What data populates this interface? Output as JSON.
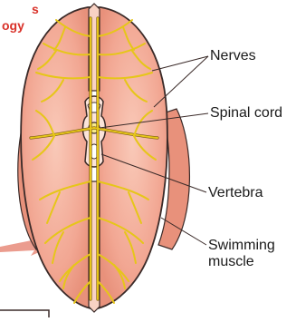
{
  "heading": {
    "line1": "s",
    "line2": "ogy"
  },
  "labels": {
    "nerves": "Nerves",
    "spinal_cord": "Spinal cord",
    "vertebra": "Vertebra",
    "swimming_muscle_line1": "Swimming",
    "swimming_muscle_line2": "muscle"
  },
  "colors": {
    "muscle_fill": "#f2a793",
    "muscle_light": "#f8c6b6",
    "outline": "#3a2a28",
    "nerve": "#e6c619",
    "nerve_edge": "#7a5a10",
    "heading": "#d9322a",
    "arrow": "#e88b7a"
  }
}
